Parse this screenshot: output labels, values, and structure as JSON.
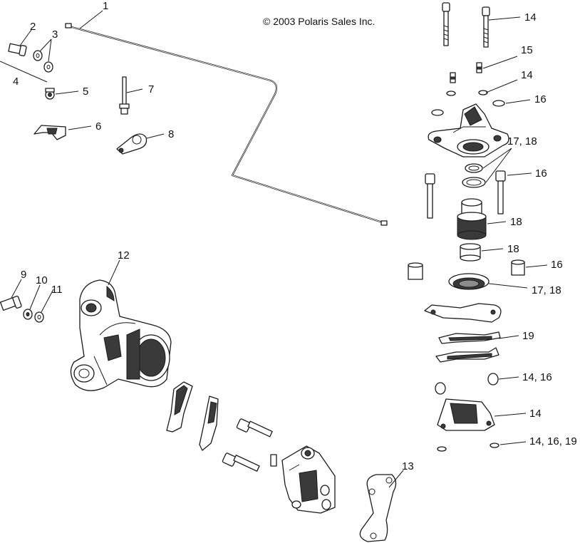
{
  "copyright": "© 2003 Polaris Sales Inc.",
  "callouts": {
    "c1": "1",
    "c2": "2",
    "c3": "3",
    "c4": "4",
    "c5": "5",
    "c6": "6",
    "c7": "7",
    "c8": "8",
    "c9": "9",
    "c10": "10",
    "c11": "11",
    "c12": "12",
    "c13": "13",
    "c14a": "14",
    "c15": "15",
    "c14b": "14",
    "c16a": "16",
    "c17_18a": "17, 18",
    "c16b": "16",
    "c18a": "18",
    "c18b": "18",
    "c16c": "16",
    "c17_18b": "17,   18",
    "c19": "19",
    "c14_16": "14, 16",
    "c14c": "14",
    "c14_16_19": "14, 16, 19"
  },
  "colors": {
    "ink": "#1a1a1a",
    "shade": "#3a3a3a",
    "paper": "#ffffff"
  }
}
